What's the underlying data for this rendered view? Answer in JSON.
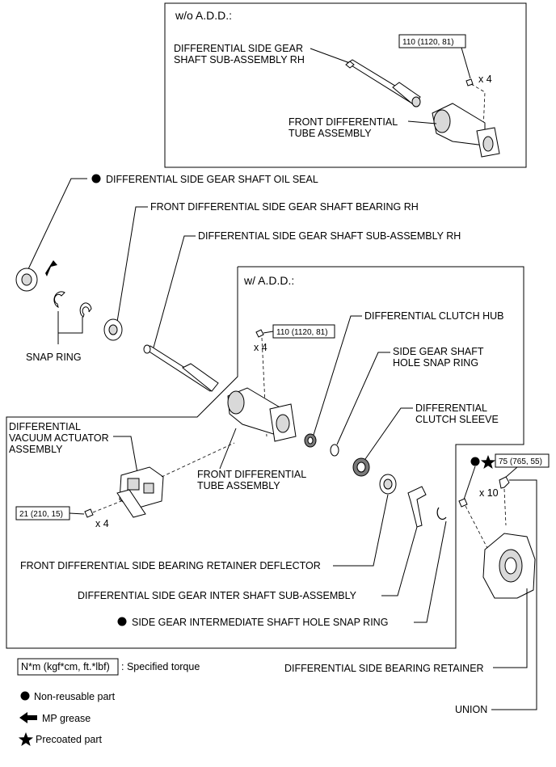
{
  "boxes": {
    "without_add": "w/o A.D.D.:",
    "with_add": "w/ A.D.D.:"
  },
  "labels": {
    "side_gear_shaft_rh_top": [
      "DIFFERENTIAL SIDE GEAR",
      "SHAFT SUB-ASSEMBLY RH"
    ],
    "front_diff_tube_top": [
      "FRONT DIFFERENTIAL",
      "TUBE ASSEMBLY"
    ],
    "oil_seal": "DIFFERENTIAL SIDE GEAR SHAFT OIL SEAL",
    "bearing_rh": "FRONT DIFFERENTIAL SIDE GEAR SHAFT BEARING RH",
    "side_gear_shaft_rh": "DIFFERENTIAL SIDE GEAR SHAFT SUB-ASSEMBLY RH",
    "snap_ring": "SNAP RING",
    "clutch_hub": "DIFFERENTIAL CLUTCH HUB",
    "hole_snap_ring": [
      "SIDE GEAR SHAFT",
      "HOLE SNAP RING"
    ],
    "clutch_sleeve": [
      "DIFFERENTIAL",
      "CLUTCH  SLEEVE"
    ],
    "vacuum_actuator": [
      "DIFFERENTIAL",
      "VACUUM ACTUATOR",
      "ASSEMBLY"
    ],
    "front_diff_tube": [
      "FRONT DIFFERENTIAL",
      "TUBE ASSEMBLY"
    ],
    "retainer_deflector": "FRONT DIFFERENTIAL SIDE BEARING RETAINER DEFLECTOR",
    "inter_shaft": "DIFFERENTIAL SIDE GEAR INTER SHAFT SUB-ASSEMBLY",
    "intermediate_snap_ring": "SIDE GEAR INTERMEDIATE SHAFT HOLE SNAP RING",
    "bearing_retainer": "DIFFERENTIAL SIDE BEARING RETAINER",
    "union": "UNION"
  },
  "torques": {
    "top_bolt": "110 (1120, 81)",
    "mid_bolt": "110 (1120, 81)",
    "actuator_bolt": "21 (210, 15)",
    "union": "75 (765, 55)"
  },
  "quantities": {
    "top_bolt": "x 4",
    "mid_bolt": "x 4",
    "actuator_bolt": "x 4",
    "retainer_bolt": "x 10"
  },
  "legend": {
    "torque_unit": "N*m (kgf*cm, ft.*lbf)",
    "torque_text": ": Specified torque",
    "non_reusable": "Non-reusable part",
    "mp_grease": "MP grease",
    "precoated": "Precoated part"
  }
}
